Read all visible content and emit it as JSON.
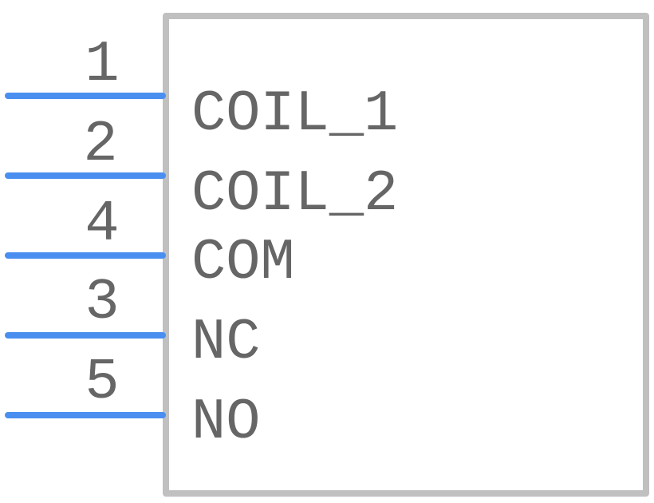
{
  "colors": {
    "pin": "#4a8ff0",
    "body": "#c0c0c0",
    "text": "#666666",
    "background": "#ffffff"
  },
  "pins": [
    {
      "number": "1",
      "name": "COIL_1"
    },
    {
      "number": "2",
      "name": "COIL_2"
    },
    {
      "number": "4",
      "name": "COM"
    },
    {
      "number": "3",
      "name": "NC"
    },
    {
      "number": "5",
      "name": "NO"
    }
  ]
}
